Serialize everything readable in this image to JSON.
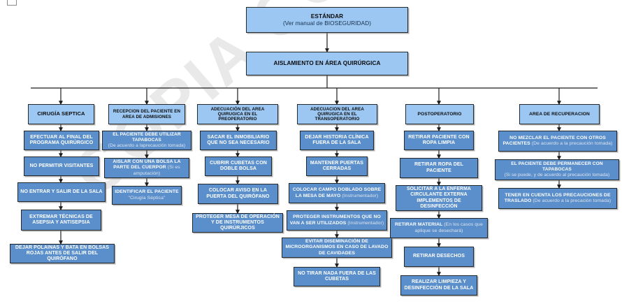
{
  "document": {
    "watermark": "COPIA CONTROLADA",
    "corner_mark": "page-corner-marker"
  },
  "colors": {
    "header_fill": "#9CC7F2",
    "process_fill": "#5B8FCB",
    "border": "#24292e",
    "process_text": "#FFFFFF",
    "header_text": "#0B0B0B",
    "secondary_text": "#DFE6EF",
    "watermark": "#E9E9E9",
    "background": "#FFFFFF"
  },
  "chart_data": {
    "type": "diagram",
    "title": "ESTÁNDAR - AISLAMIENTO EN ÁREA QUIRÚRGICA"
  },
  "root": {
    "title": "ESTÁNDAR",
    "subtitle": "(Ver manual de BIOSEGURIDAD)"
  },
  "level2": {
    "title": "AISLAMIENTO EN ÁREA QUIRÚRGICA"
  },
  "columns": [
    {
      "id": "cirugia-septica",
      "header": {
        "title": "CIRUGÍA SEPTICA",
        "sub": ""
      },
      "steps": [
        {
          "title": "EFECTUAR AL FINAL DEL PROGRAMA QUIRÚRGICO",
          "sub": ""
        },
        {
          "title": "NO PERMITIR VISITANTES",
          "sub": ""
        },
        {
          "title": "NO ENTRAR Y SALIR DE LA SALA",
          "sub": ""
        },
        {
          "title": "EXTREMAR TÉCNICAS DE ASEPSIA Y ANTISEPSIA",
          "sub": ""
        },
        {
          "title": "DEJAR POLAINAS Y BATA EN BOLSAS ROJAS ANTES DE SALIR DEL QUIRÓFANO",
          "sub": ""
        }
      ]
    },
    {
      "id": "recepcion-admisiones",
      "header": {
        "title": "RECEPCION DEL PACIENTE EN AREA DE ADMISIONES",
        "sub": ""
      },
      "steps": [
        {
          "title": "EL PACIENTE DEBE UTILIZAR TAPABOCAS",
          "sub": "(De acuerdo a laprecaución tomada)"
        },
        {
          "title": "AISLAR CON UNA BOLSA LA PARTE DEL CUERPOR",
          "sub": "(Si es amputación)"
        },
        {
          "title": "IDENTIFICAR EL PACIENTE",
          "sub": "\"Cirugía Séptica\""
        }
      ]
    },
    {
      "id": "preoperatorio",
      "header": {
        "title": "ADECUACIÓN DEL AREA QUIRUGICA EN EL PREOPERATORIO",
        "sub": ""
      },
      "steps": [
        {
          "title": "SACAR EL INMOBILIARIO QUE NO SEA NECESARIO",
          "sub": ""
        },
        {
          "title": "CUBRIR CUBETAS CON DOBLE BOLSA",
          "sub": ""
        },
        {
          "title": "COLOCAR AVISO EN LA PUERTA DEL QUIRÓFANO",
          "sub": ""
        },
        {
          "title": "PROTEGER MESA DE OPERACIÓN Y DE INSTRUMENTOS QUIRÚRJICOS",
          "sub": ""
        }
      ]
    },
    {
      "id": "transoperatorio",
      "header": {
        "title": "ADECUACION DEL AREA QUIRUGICA EN EL TRANSOPERATORIO",
        "sub": ""
      },
      "steps": [
        {
          "title": "DEJAR HISTORIA CLÍNICA FUERA DE LA SALA",
          "sub": ""
        },
        {
          "title": "MANTENER PUERTAS CERRADAS",
          "sub": ""
        },
        {
          "title": "COLOCAR CAMPO DOBLADO SOBRE LA MESA DE MAYO",
          "sub": "(Instrumentador)"
        },
        {
          "title": "PROTEGER INSTRUMENTOS QUE NO VAN A SER UTILIZADOS",
          "sub": "(Instrumentador)"
        },
        {
          "title": "EVITAR DISEMINACIÓN DE MICROORGANISMOS EN CASO DE LAVADO DE CAVIDADES",
          "sub": ""
        },
        {
          "title": "NO TIRAR NADA FUERA DE LAS CUBETAS",
          "sub": ""
        }
      ]
    },
    {
      "id": "postoperatorio",
      "header": {
        "title": "POSTOPERATORIO",
        "sub": ""
      },
      "steps": [
        {
          "title": "RETIRAR PACIENTE CON ROPA LIMPIA",
          "sub": ""
        },
        {
          "title": "RETIRAR ROPA DEL PACIENTE",
          "sub": ""
        },
        {
          "title": "SOLICITAR A LA ENFERMA CIRCULANTE EXTERNA IMPLEMENTOS DE DESINFECCIÓN",
          "sub": ""
        },
        {
          "title": "RETIRAR MATERIAL",
          "sub": "(En los casos que aplique se desechará)"
        },
        {
          "title": "RETIRAR DESECHOS",
          "sub": ""
        },
        {
          "title": "REALIZAR LIMPIEZA Y DESINFECCIÓN DE LA SALA",
          "sub": ""
        }
      ]
    },
    {
      "id": "recuperacion",
      "header": {
        "title": "AREA DE RECUPERACION",
        "sub": ""
      },
      "steps": [
        {
          "title": "NO MEZCLAR EL PACIENTE CON OTROS PACIENTES",
          "sub": "(De acuerdo a la precaución tomada)"
        },
        {
          "title": "EL PACIENTE DEBE PERMANECER CON TAPABOCAS",
          "sub": "(Si se puede, y de acuerdo al precaución tomada)"
        },
        {
          "title": "TENER EN CUENTA LOS PRECAUCIONES DE TRASLADO",
          "sub": "(De acuerdo a la precación tomada)"
        }
      ]
    }
  ]
}
